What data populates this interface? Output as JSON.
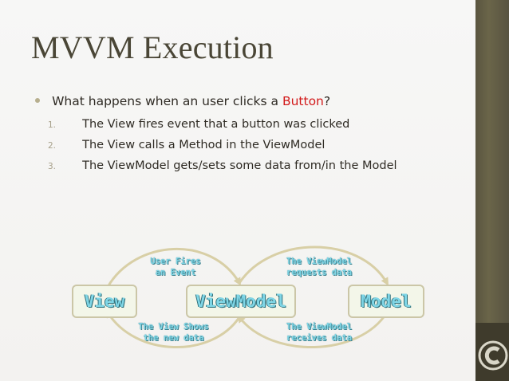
{
  "slide": {
    "title": "MVVM Execution",
    "bullet": {
      "text_before": "What happens when an user clicks a ",
      "highlight": "Button",
      "text_after": "?"
    },
    "steps": [
      {
        "num": "1.",
        "text": "The View fires event that a button was clicked"
      },
      {
        "num": "2.",
        "text": "The View calls a Method in the ViewModel"
      },
      {
        "num": "3.",
        "text": "The ViewModel gets/sets some data from/in the Model"
      }
    ]
  },
  "diagram": {
    "boxes": {
      "view": "View",
      "viewmodel": "ViewModel",
      "model": "Model"
    },
    "labels": {
      "user_fires": "User Fires\nan Event",
      "vm_requests": "The ViewModel\nrequests data",
      "view_shows": "The View Shows\nthe new data",
      "vm_receives": "The ViewModel\nreceives data"
    }
  },
  "colors": {
    "title": "#4a4636",
    "highlight": "#d21a1a",
    "diagram_text": "#7fd6e6",
    "arc": "#d8cfa6",
    "sidebar": "#655f45"
  },
  "icons": {
    "logo": "c-logo-icon",
    "bullet": "bullet-dot-icon"
  }
}
